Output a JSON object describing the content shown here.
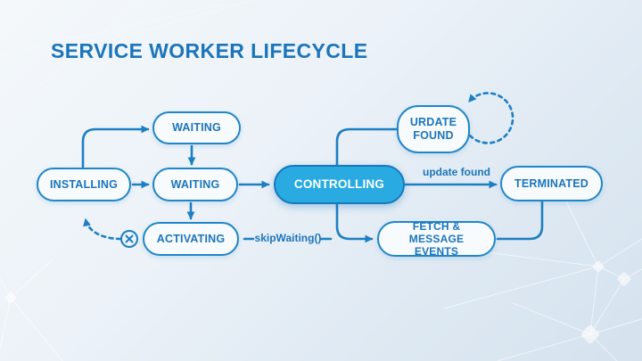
{
  "title": "SERVICE WORKER LIFECYCLE",
  "diagram": {
    "nodes": [
      {
        "id": "installing",
        "label": "INSTALLING"
      },
      {
        "id": "waiting-upper",
        "label": "WAITING"
      },
      {
        "id": "waiting",
        "label": "WAITING"
      },
      {
        "id": "activating",
        "label": "ACTIVATING"
      },
      {
        "id": "controlling",
        "label": "CONTROLLING"
      },
      {
        "id": "update-found",
        "label": "URDATE FOUND"
      },
      {
        "id": "fetch-message-events",
        "label": "FETCH & MESSAGE EVENTS"
      },
      {
        "id": "terminated",
        "label": "TERMINATED"
      }
    ],
    "edge_labels": {
      "update_found": "update found",
      "skip_waiting": "skipWaiting()"
    },
    "icons": {
      "cancel": "circle-x-icon",
      "self_loop": "dashed-self-loop-icon"
    },
    "colors": {
      "title_text": "#1b75bb",
      "node_text": "#1b75bb",
      "node_border": "#1f86c9",
      "node_fill": "#f8fbfe",
      "connector": "#1c7fc4",
      "controlling_fill": "#29abe2",
      "controlling_border": "#1778bd",
      "controlling_text": "#ffffff",
      "background_top": "#f4f8fb",
      "background_bottom": "#d5e2ee",
      "network_pattern": "#ffffff"
    }
  }
}
